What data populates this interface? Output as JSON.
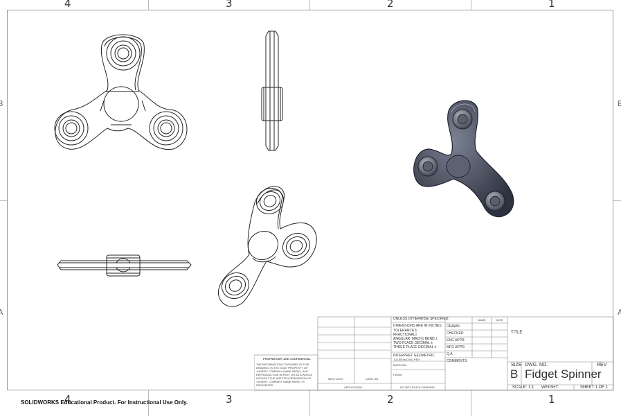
{
  "zones": {
    "top": [
      "4",
      "3",
      "2",
      "1"
    ],
    "bottom": [
      "4",
      "3",
      "2",
      "1"
    ],
    "left": [
      "B",
      "A"
    ],
    "right": [
      "B",
      "A"
    ]
  },
  "footer_note": "SOLIDWORKS Educational Product. For Instructional Use Only.",
  "title_block": {
    "tolerances": "UNLESS OTHERWISE SPECIFIED:",
    "dims": "DIMENSIONS ARE IN INCHES",
    "tol": "TOLERANCES:",
    "frac": "FRACTIONAL±",
    "ang": "ANGULAR: MACH±   BEND ±",
    "two": "TWO PLACE DECIMAL    ±",
    "three": "THREE PLACE DECIMAL  ±",
    "interpret": "INTERPRET GEOMETRIC",
    "tolerancing": "TOLERANCING PER:",
    "material": "MATERIAL",
    "finish": "FINISH",
    "noscale": "DO NOT SCALE DRAWING",
    "name": "NAME",
    "date": "DATE",
    "drawn": "DRAWN",
    "checked": "CHECKED",
    "eng": "ENG APPR.",
    "mfg": "MFG APPR.",
    "qa": "Q.A.",
    "comments": "COMMENTS:",
    "title_label": "TITLE:",
    "size": "SIZE",
    "dwg_no": "DWG. NO.",
    "rev": "REV",
    "size_val": "B",
    "dwg_val": "Fidget Spinner",
    "scale": "SCALE: 1:1",
    "weight": "WEIGHT:",
    "sheet": "SHEET 1 OF 1",
    "next_assy": "NEXT ASSY",
    "used_on": "USED ON",
    "application": "APPLICATION",
    "prop_title": "PROPRIETARY AND CONFIDENTIAL",
    "prop_1": "THE INFORMATION CONTAINED IN THIS",
    "prop_2": "DRAWING IS THE SOLE PROPERTY OF",
    "prop_3": "<INSERT COMPANY NAME HERE>. ANY",
    "prop_4": "REPRODUCTION IN PART OR AS A WHOLE",
    "prop_5": "WITHOUT THE WRITTEN PERMISSION OF",
    "prop_6": "<INSERT COMPANY NAME HERE> IS",
    "prop_7": "PROHIBITED."
  }
}
